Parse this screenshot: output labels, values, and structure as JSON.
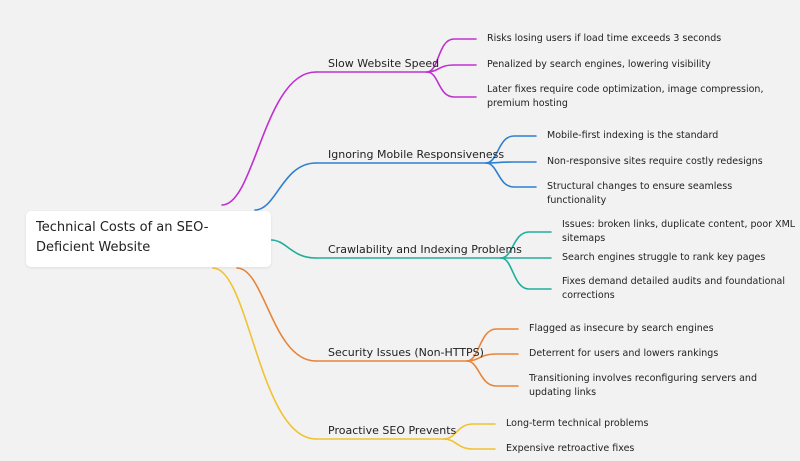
{
  "root": {
    "label": "Technical Costs of an SEO-Deficient Website"
  },
  "branches": [
    {
      "label": "Slow Website Speed",
      "color": "#c12fd1",
      "leaves": [
        "Risks losing users if load time exceeds 3 seconds",
        "Penalized by search engines, lowering visibility",
        "Later fixes require code optimization, image compression, premium hosting"
      ]
    },
    {
      "label": "Ignoring Mobile Responsiveness",
      "color": "#2f7fcf",
      "leaves": [
        "Mobile-first indexing is the standard",
        "Non-responsive sites require costly redesigns",
        "Structural changes to ensure seamless functionality"
      ]
    },
    {
      "label": "Crawlability and Indexing Problems",
      "color": "#1fae9c",
      "leaves": [
        "Issues: broken links, duplicate content, poor XML sitemaps",
        "Search engines struggle to rank key pages",
        "Fixes demand detailed audits and foundational corrections"
      ]
    },
    {
      "label": "Security Issues (Non-HTTPS)",
      "color": "#e8843a",
      "leaves": [
        "Flagged as insecure by search engines",
        "Deterrent for users and lowers rankings",
        "Transitioning involves reconfiguring servers and updating links"
      ]
    },
    {
      "label": "Proactive SEO Prevents",
      "color": "#f1c232",
      "leaves": [
        "Long-term technical problems",
        "Expensive retroactive fixes"
      ]
    }
  ]
}
